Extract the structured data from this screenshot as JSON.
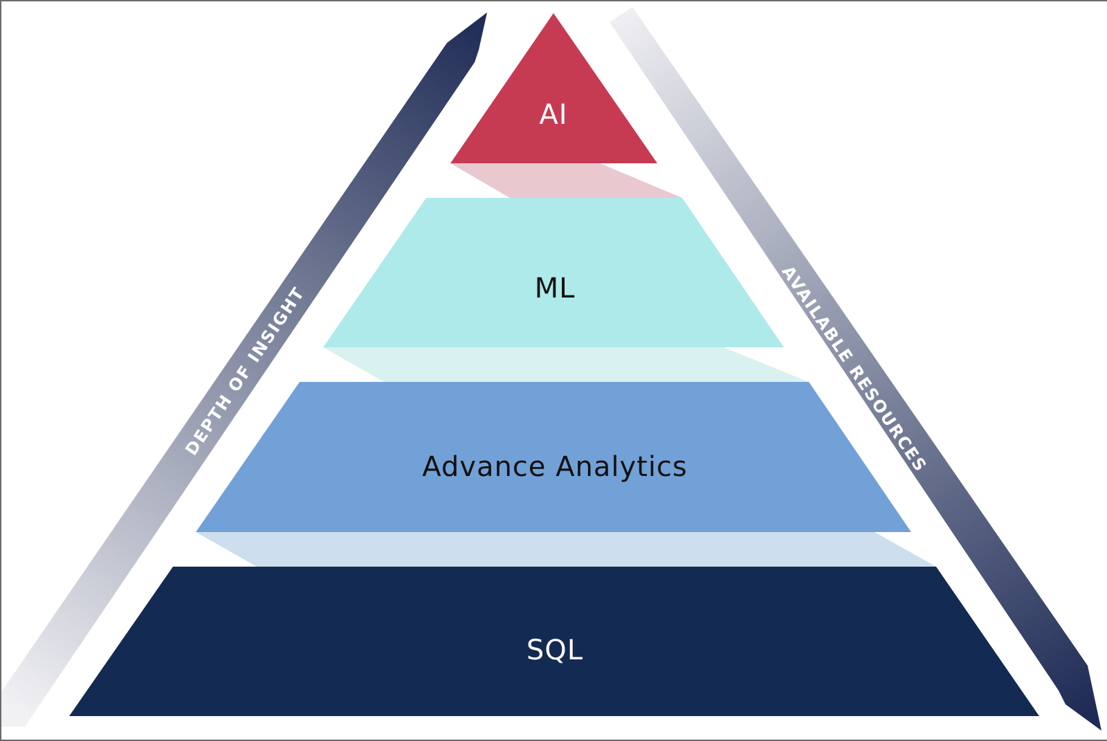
{
  "pyramid": {
    "layers": [
      {
        "label": "AI",
        "color": "#c63b52",
        "text_color": "#ffffff"
      },
      {
        "label": "ML",
        "color": "#aeeaea",
        "text_color": "#111111"
      },
      {
        "label": "Advance Analytics",
        "color": "#72a1d7",
        "text_color": "#111111"
      },
      {
        "label": "SQL",
        "color": "#132a52",
        "text_color": "#ffffff"
      }
    ],
    "connector_colors": [
      "#e9c8d0",
      "#daf1f1",
      "#cddfee"
    ]
  },
  "arrows": {
    "left": {
      "label": "DEPTH OF INSIGHT",
      "color_dark": "#1e2b55",
      "color_light": "#f1f1f4",
      "text_color": "#ffffff"
    },
    "right": {
      "label": "AVAILABLE RESOURCES",
      "color_dark": "#1e2b55",
      "color_light": "#f1f1f4",
      "text_color": "#ffffff"
    }
  }
}
